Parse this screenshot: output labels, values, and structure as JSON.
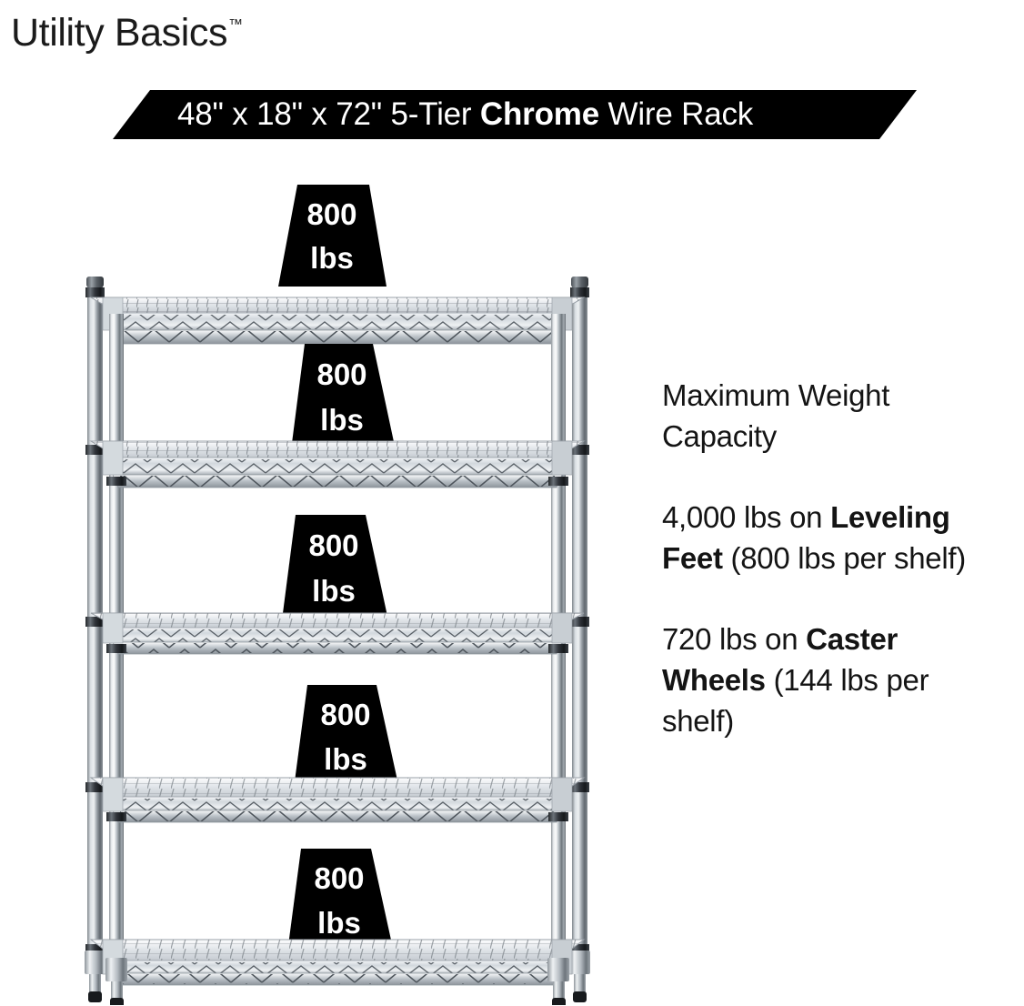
{
  "brand": {
    "name": "Utility Basics",
    "trademark": "™"
  },
  "banner": {
    "text_before_bold": "48\" x 18\" x 72\" 5-Tier ",
    "bold": "Chrome",
    "text_after_bold": " Wire Rack",
    "background_color": "#000000",
    "text_color": "#ffffff"
  },
  "rack": {
    "tier_count": 5,
    "finish": "chrome",
    "badges": [
      {
        "value": "800",
        "unit": "lbs"
      },
      {
        "value": "800",
        "unit": "lbs"
      },
      {
        "value": "800",
        "unit": "lbs"
      },
      {
        "value": "800",
        "unit": "lbs"
      },
      {
        "value": "800",
        "unit": "lbs"
      }
    ],
    "badge_background_color": "#000000",
    "badge_text_color": "#ffffff",
    "feet_type": "leveling-feet"
  },
  "capacity": {
    "heading": "Maximum Weight Capacity",
    "items": [
      {
        "lead": "4,000 lbs on ",
        "bold": "Leveling Feet",
        "tail": " (800 lbs per shelf)"
      },
      {
        "lead": "720 lbs on ",
        "bold": "Caster Wheels",
        "tail": " (144 lbs per shelf)"
      }
    ]
  }
}
